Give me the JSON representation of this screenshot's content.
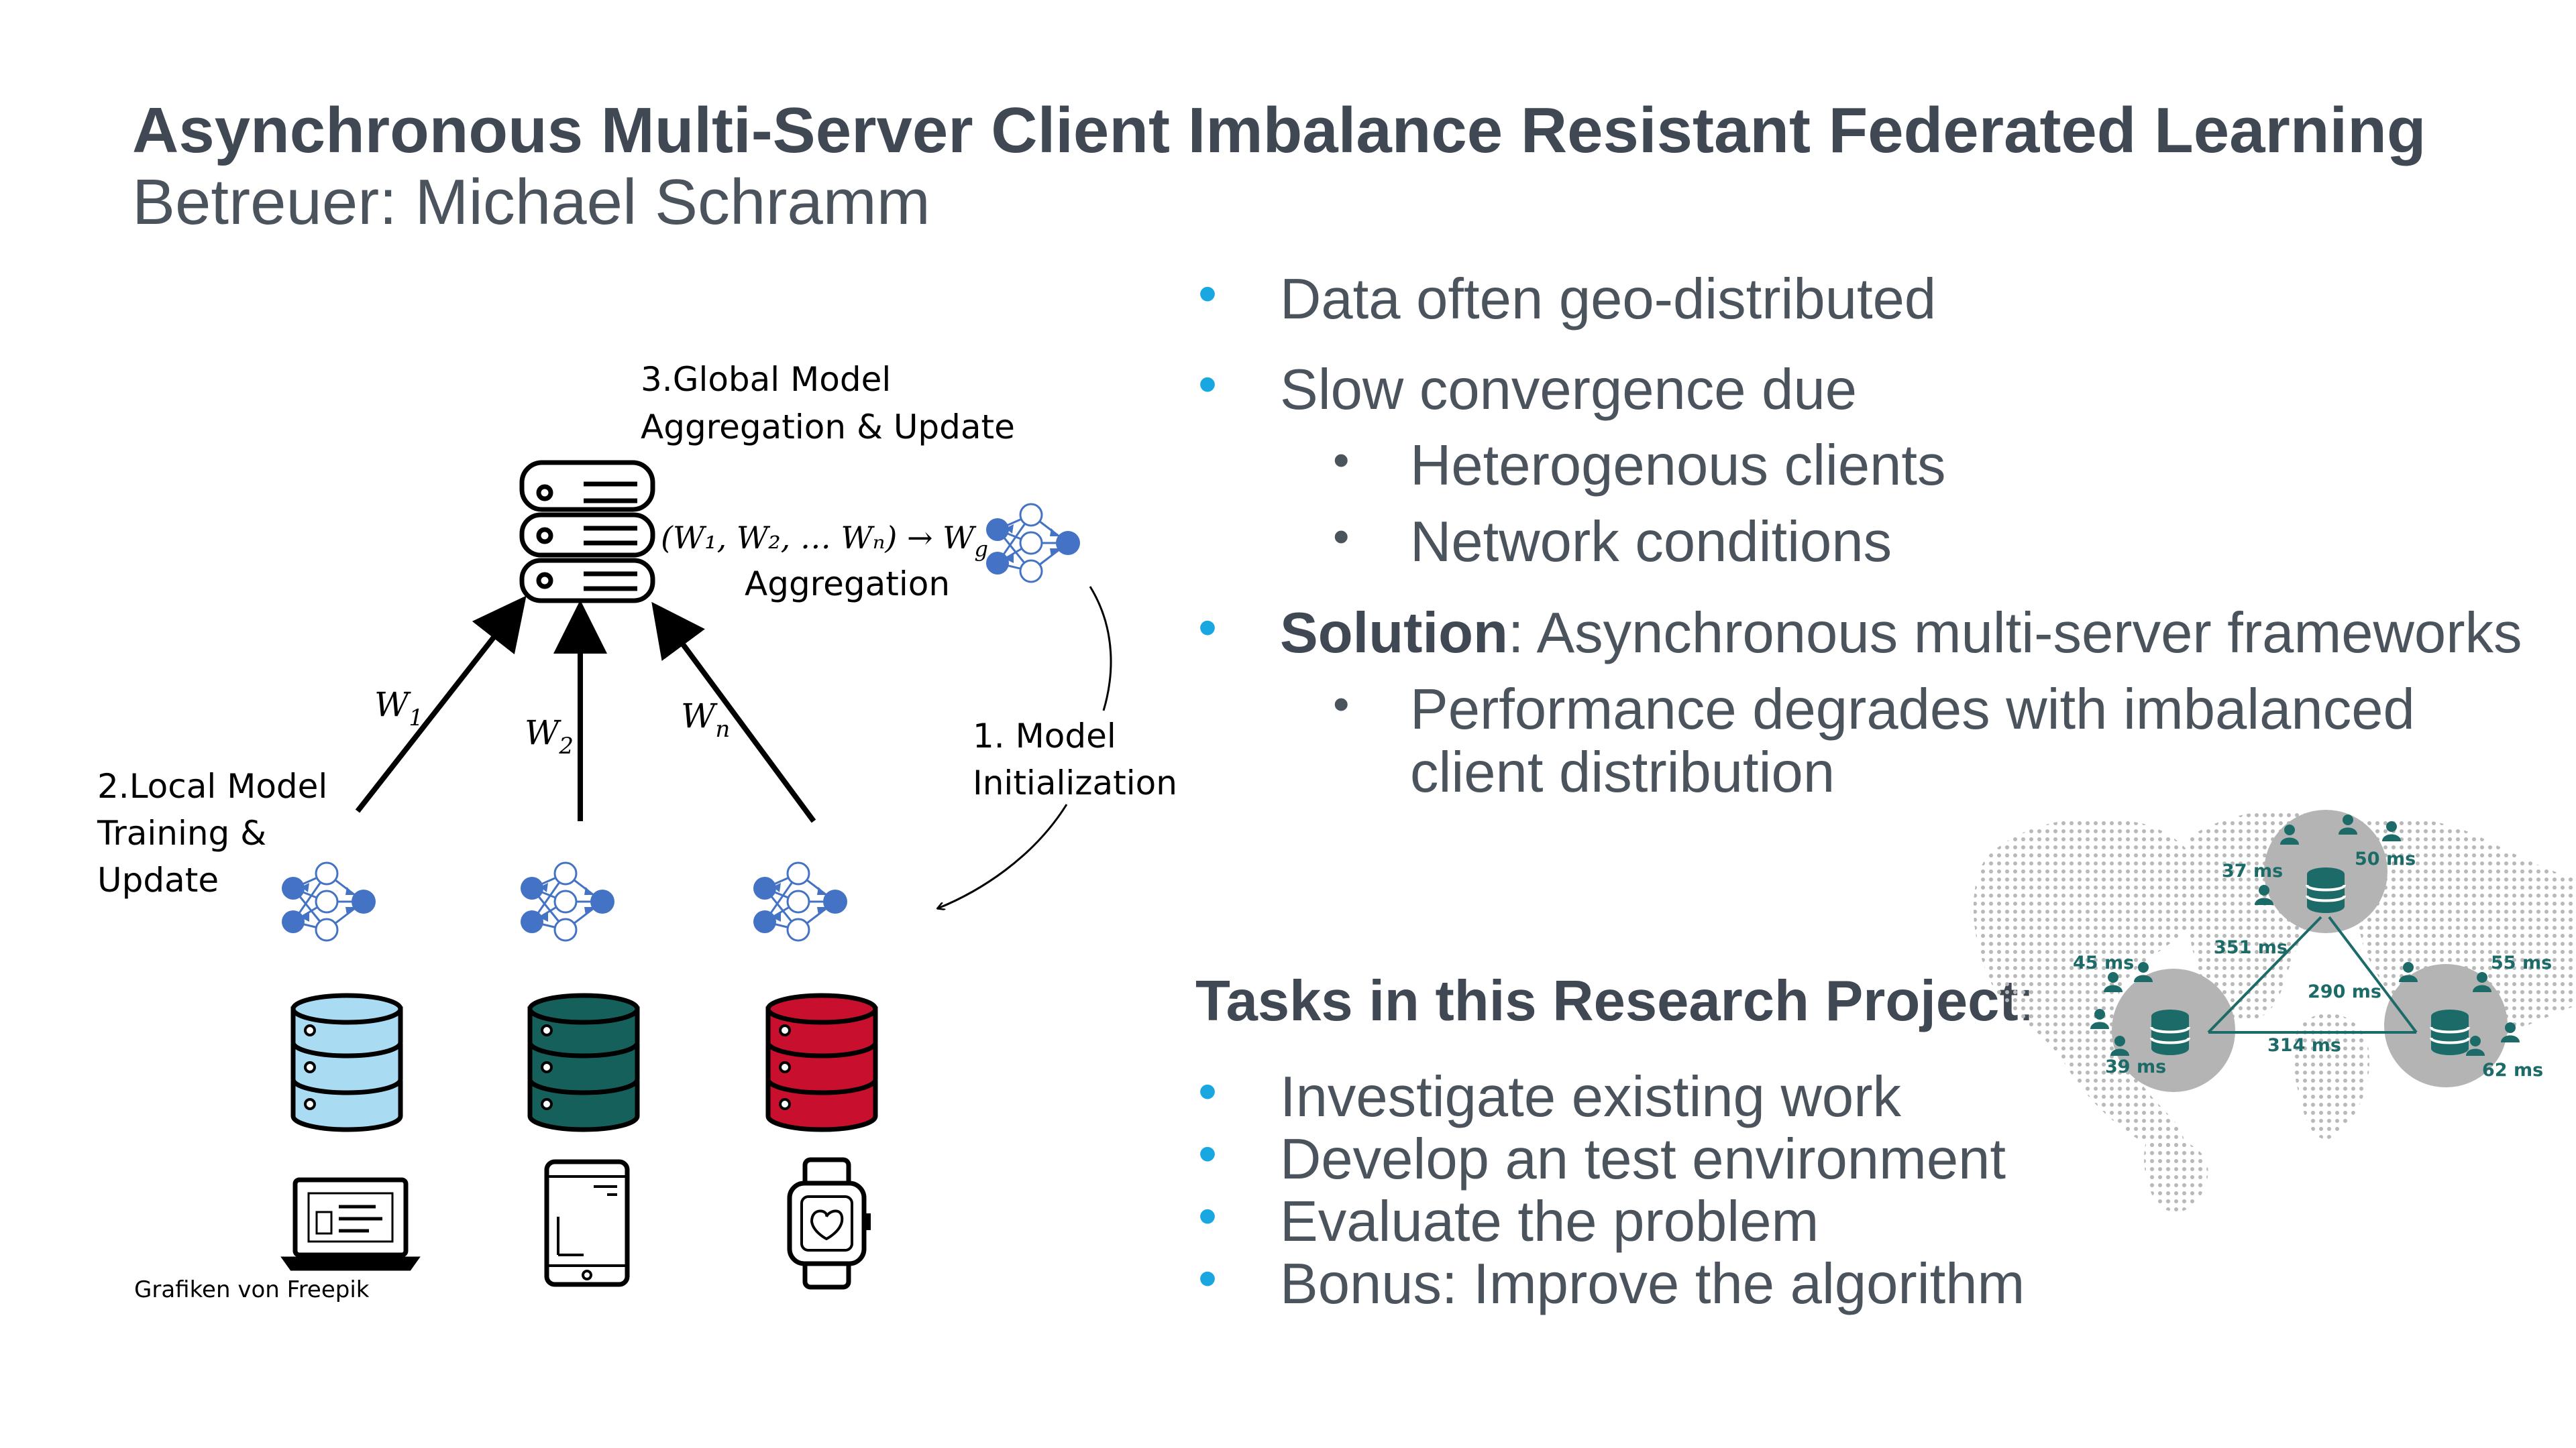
{
  "header": {
    "title": "Asynchronous Multi-Server Client Imbalance Resistant Federated Learning",
    "subtitle": "Betreuer: Michael Schramm"
  },
  "bullets": {
    "b1": "Data often geo-distributed",
    "b2": "Slow convergence due",
    "b2a": "Heterogenous clients",
    "b2b": "Network conditions",
    "b3_bold": "Solution",
    "b3_rest": ": Asynchronous multi-server frameworks",
    "b3a_line1": "Performance degrades with imbalanced",
    "b3a_line2": "client distribution"
  },
  "tasks": {
    "heading_bold": "Tasks in this Research Project",
    "heading_rest": ":",
    "items": [
      "Investigate existing work",
      "Develop an test environment",
      "Evaluate the problem",
      "Bonus: Improve the algorithm"
    ]
  },
  "diagram": {
    "step3_line1": "3.Global Model",
    "step3_line2": "Aggregation & Update",
    "formula": "(W₁, W₂, … Wₙ) → W",
    "formula_sub": "g",
    "aggregation": "Aggregation",
    "step1_line1": "1. Model",
    "step1_line2": "Initialization",
    "step2_line1": "2.Local Model",
    "step2_line2": "Training &",
    "step2_line3": "Update",
    "w1": "W",
    "w1_sub": "1",
    "w2": "W",
    "w2_sub": "2",
    "wn": "W",
    "wn_sub": "n",
    "credit": "Grafiken von Freepik",
    "db_colors": [
      "#a9dcf3",
      "#16605c",
      "#c8102e"
    ],
    "icons": [
      "server-icon",
      "laptop-icon",
      "tablet-icon",
      "smartwatch-icon"
    ]
  },
  "map": {
    "latencies": {
      "top_left": "37 ms",
      "top_right": "50 ms",
      "left_top": "45 ms",
      "left_bottom": "39 ms",
      "right_top": "55 ms",
      "right_bottom": "62 ms",
      "edge_top_left": "351 ms",
      "edge_inner": "290 ms",
      "edge_bottom": "314 ms"
    },
    "accent_color": "#1c6b68"
  },
  "colors": {
    "bullet_blue": "#18a7e0",
    "network_blue": "#4472c4"
  }
}
